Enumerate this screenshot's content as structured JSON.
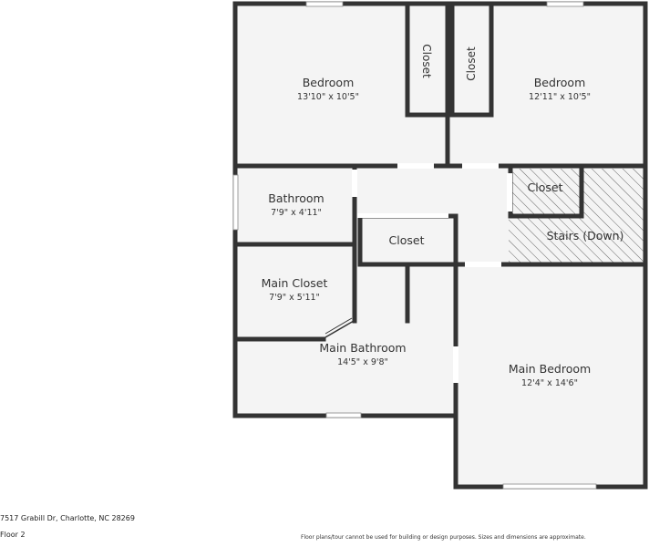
{
  "plan": {
    "rooms": {
      "bedroom_left": {
        "name": "Bedroom",
        "dims": "13'10\" x 10'5\""
      },
      "closet_left": {
        "name": "Closet"
      },
      "closet_right": {
        "name": "Closet"
      },
      "bedroom_right": {
        "name": "Bedroom",
        "dims": "12'11\" x 10'5\""
      },
      "bathroom": {
        "name": "Bathroom",
        "dims": "7'9\" x 4'11\""
      },
      "closet_hall": {
        "name": "Closet"
      },
      "closet_stairs": {
        "name": "Closet"
      },
      "stairs": {
        "name": "Stairs (Down)"
      },
      "main_closet": {
        "name": "Main Closet",
        "dims": "7'9\" x 5'11\""
      },
      "main_bathroom": {
        "name": "Main Bathroom",
        "dims": "14'5\" x 9'8\""
      },
      "main_bedroom": {
        "name": "Main Bedroom",
        "dims": "12'4\" x 14'6\""
      }
    },
    "colors": {
      "wall": "#333333",
      "floor": "#f4f4f4",
      "stairs_hatch": "#555555",
      "opening": "#ffffff"
    }
  },
  "footer": {
    "address": "7517 Grabill Dr, Charlotte, NC 28269",
    "floor": "Floor 2",
    "disclaimer": "Floor plans/tour cannot be used for building or design purposes. Sizes and dimensions are approximate."
  }
}
